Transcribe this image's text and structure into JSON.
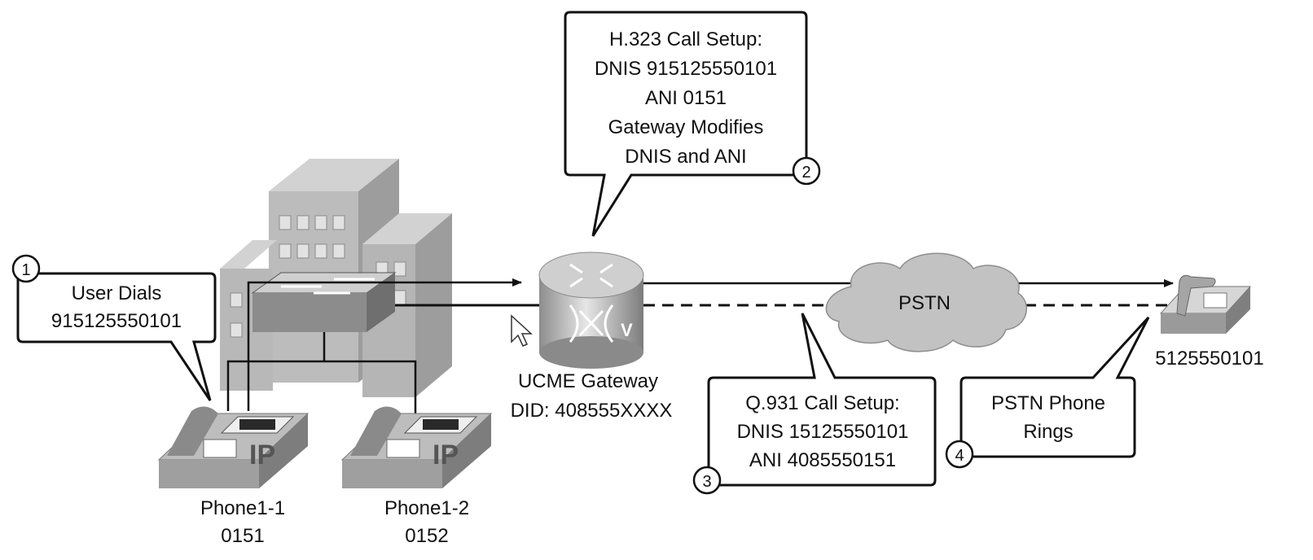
{
  "callouts": {
    "step1": {
      "number": "1",
      "lines": [
        "User Dials",
        "915125550101"
      ]
    },
    "step2": {
      "number": "2",
      "lines": [
        "H.323 Call Setup:",
        "DNIS 915125550101",
        "ANI 0151",
        "Gateway Modifies",
        "DNIS and ANI"
      ]
    },
    "step3": {
      "number": "3",
      "lines": [
        "Q.931 Call Setup:",
        "DNIS 15125550101",
        "ANI 4085550151"
      ]
    },
    "step4": {
      "number": "4",
      "lines": [
        "PSTN Phone",
        "Rings"
      ]
    }
  },
  "devices": {
    "phone1": {
      "name": "Phone1-1",
      "extension": "0151",
      "badge": "IP"
    },
    "phone2": {
      "name": "Phone1-2",
      "extension": "0152",
      "badge": "IP"
    },
    "gateway": {
      "name": "UCME Gateway",
      "did": "DID: 408555XXXX",
      "mark": "V"
    },
    "pstn": {
      "label": "PSTN"
    },
    "pstn_phone": {
      "number": "5125550101"
    }
  },
  "colors": {
    "building": "#b8b8b8",
    "building_dark": "#9a9a9a",
    "switch": "#8c8c8c",
    "router": "#a9a9a9",
    "cloud": "#c2c2c2",
    "line": "#111111"
  }
}
